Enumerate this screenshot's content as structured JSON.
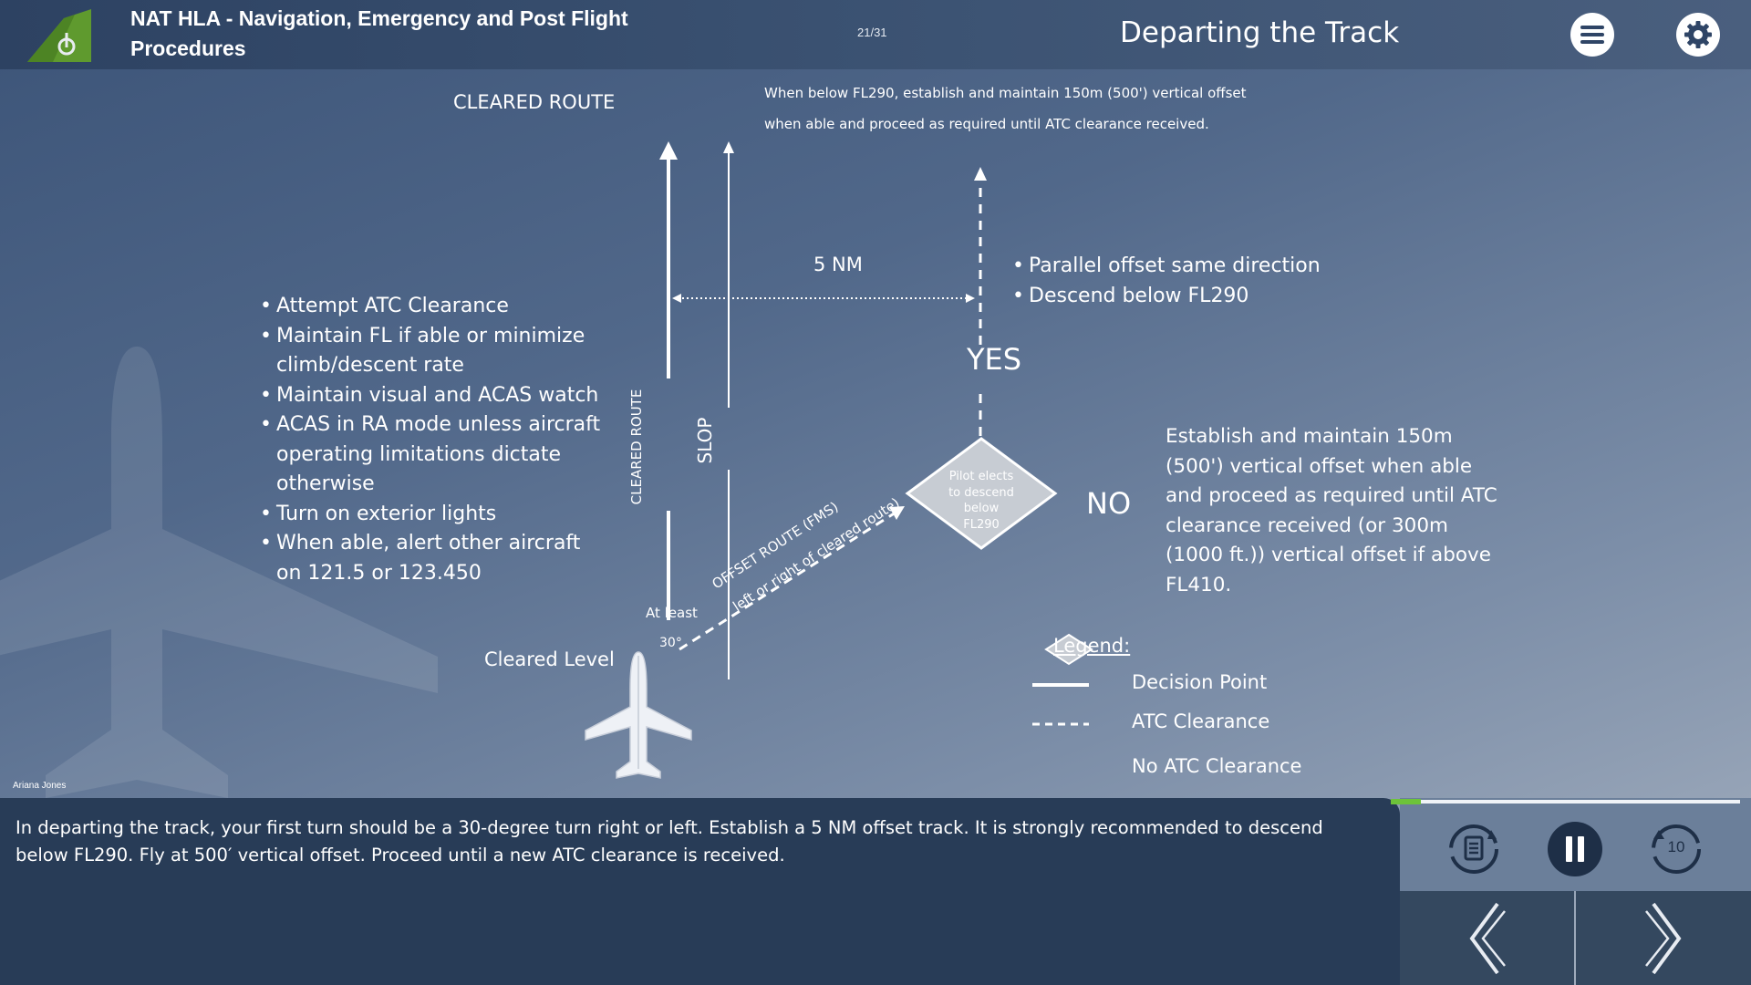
{
  "header": {
    "course_title": "NAT HLA - Navigation, Emergency and Post Flight Procedures",
    "page_counter": "21/31",
    "slide_title": "Departing the Track"
  },
  "diagram": {
    "cleared_route_heading": "CLEARED ROUTE",
    "top_note": [
      "When below FL290, establish and maintain 150m (500') vertical offset",
      "when able and proceed as required until ATC clearance received."
    ],
    "distance_label": "5 NM",
    "left_bullets": [
      [
        "Attempt ATC Clearance"
      ],
      [
        "Maintain FL if able or minimize",
        "climb/descent rate"
      ],
      [
        "Maintain visual and ACAS watch"
      ],
      [
        "ACAS in RA mode unless aircraft",
        "operating limitations dictate",
        "otherwise"
      ],
      [
        "Turn on exterior lights"
      ],
      [
        "When able, alert other aircraft",
        "on 121.5 or 123.450"
      ]
    ],
    "right_bullets": [
      "Parallel offset same direction",
      "Descend below FL290"
    ],
    "yes_label": "YES",
    "no_label": "NO",
    "decision_text": [
      "Pilot elects",
      "to descend",
      "below",
      "FL290"
    ],
    "no_paragraph": [
      "Establish and maintain 150m",
      "(500') vertical offset when able",
      "and proceed as required until ATC",
      "clearance received (or 300m",
      "(1000 ft.)) vertical offset if above",
      "FL410."
    ],
    "cleared_route_vertical": "CLEARED ROUTE",
    "slop_label": "SLOP",
    "offset_route_label": "OFFSET ROUTE (FMS)",
    "left_right_label": "left or right of cleared route)",
    "at_least_label": "At least",
    "angle_label": "30°",
    "cleared_level_label": "Cleared Level",
    "legend": {
      "title": "Legend:",
      "items": [
        "Decision Point",
        "ATC Clearance",
        "No ATC Clearance"
      ]
    }
  },
  "author": "Ariana Jones",
  "caption": "In departing the track, your first turn should be a 30-degree turn right or left. Establish a 5 NM offset track. It is strongly recommended to descend below FL290. Fly at 500′ vertical offset. Proceed until a new ATC clearance is received.",
  "player": {
    "progress": 0.085,
    "buttons": [
      "transcript-icon",
      "pause-icon",
      "replay-10-icon"
    ],
    "replay_seconds": "10"
  },
  "colors": {
    "accent_green": "#6dc33a",
    "caption_bg": "#283c57",
    "logo_green": "#5f9a2e"
  }
}
